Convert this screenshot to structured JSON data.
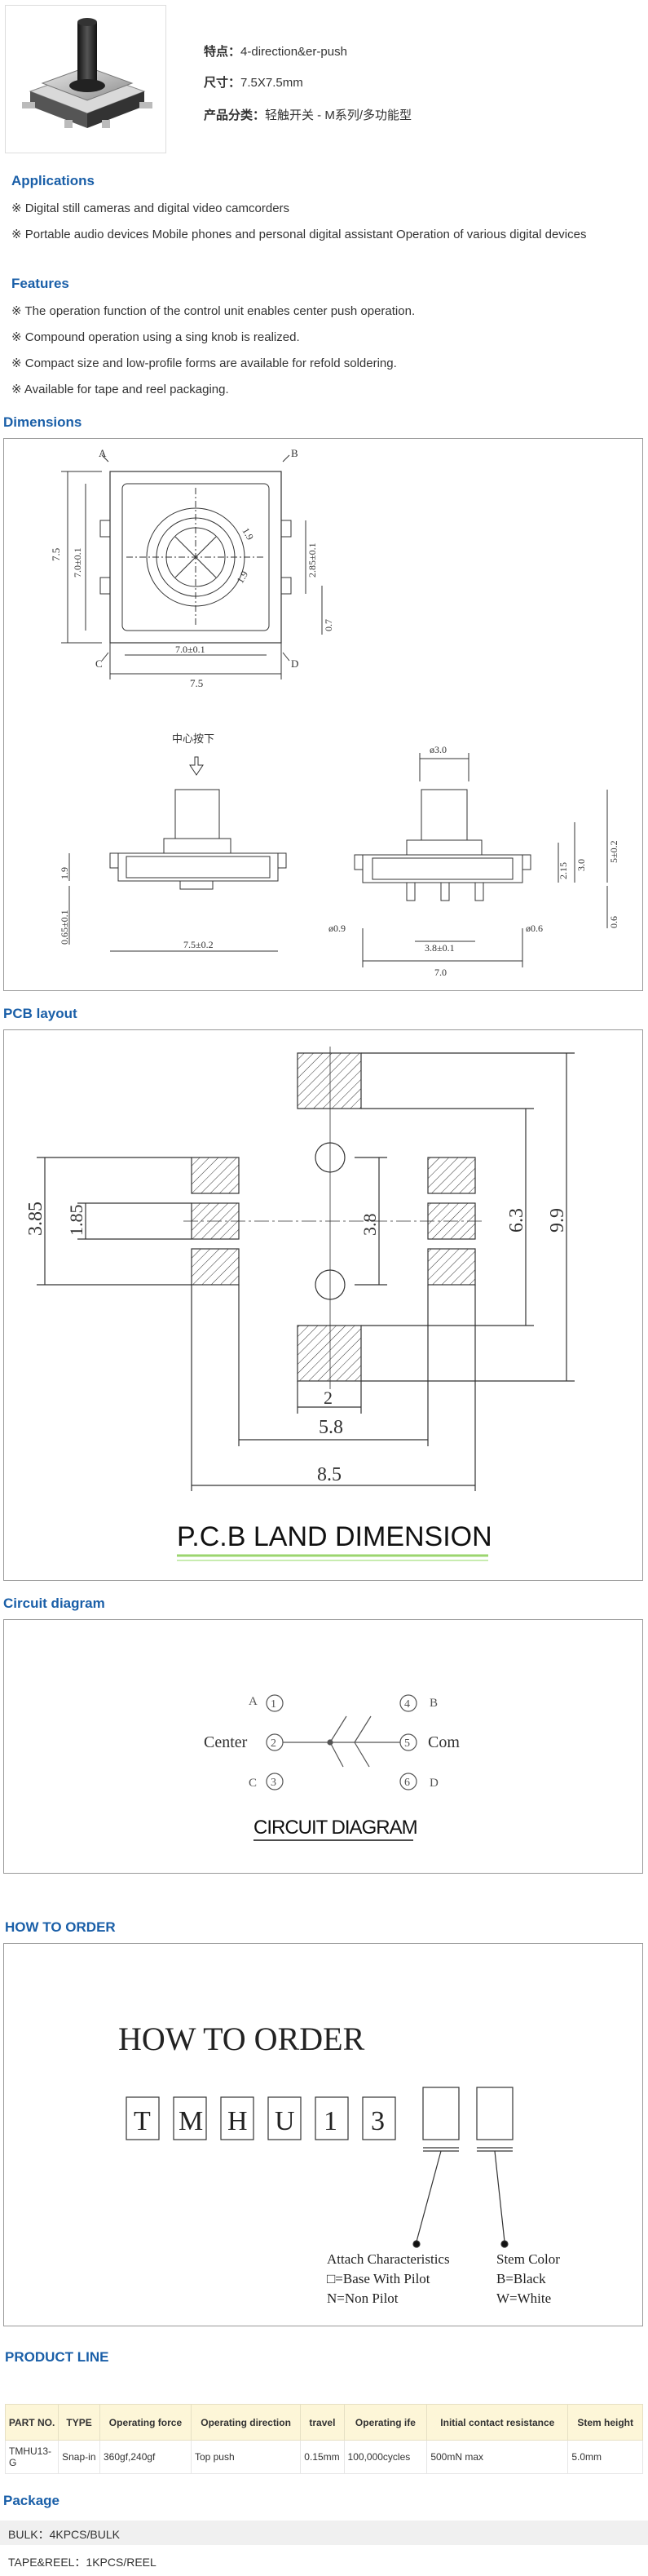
{
  "header": {
    "features_key": "特点：",
    "features_val": "4-direction&er-push",
    "size_key": "尺寸：",
    "size_val": "7.5X7.5mm",
    "category_key": "产品分类：",
    "category_val": "轻触开关 - M系列/多功能型"
  },
  "applications": {
    "title": "Applications",
    "items": [
      "※ Digital still cameras and digital video camcorders",
      "※ Portable audio devices Mobile phones and personal digital assistant Operation of various digital devices"
    ]
  },
  "features": {
    "title": "Features",
    "items": [
      "※ The operation function of the control unit enables center push operation.",
      "※ Compound operation using a sing knob is realized.",
      "※ Compact size and low-profile forms are available for refold soldering.",
      "※ Available for tape and reel packaging."
    ]
  },
  "dimensions": {
    "title": "Dimensions",
    "labels": {
      "A": "A",
      "B": "B",
      "C": "C",
      "D": "D",
      "d75_top": "7.5",
      "d70_pm": "7.0±0.1",
      "d19": "1.9",
      "d285": "2.85±0.1",
      "d07": "0.7",
      "d70_bottom": "7.0±0.1",
      "d75_bottom": "7.5",
      "push_label": "中心按下",
      "d03": "ø3.0",
      "d19_side": "1.9",
      "d065": "0.65±0.1",
      "d75_front": "7.5±0.2",
      "d215": "2.15",
      "d30": "3.0",
      "d50": "5±0.2",
      "d06_side": "0.6",
      "d09": "ø0.9",
      "d06": "ø0.6",
      "d38": "3.8±0.1",
      "d70_side": "7.0"
    }
  },
  "pcb": {
    "title": "PCB layout",
    "labels": {
      "d385": "3.85",
      "d185": "1.85",
      "d38": "3.8",
      "d63": "6.3",
      "d99": "9.9",
      "d2": "2",
      "d58": "5.8",
      "d85": "8.5"
    },
    "caption": "P.C.B LAND DIMENSION"
  },
  "circuit": {
    "title": "Circuit diagram",
    "labels": {
      "center": "Center",
      "com": "Com",
      "n1": "1",
      "n2": "2",
      "n3": "3",
      "n4": "4",
      "n5": "5",
      "n6": "6",
      "A": "A",
      "B": "B",
      "C": "C",
      "D": "D"
    },
    "caption": "CIRCUIT DIAGRAM"
  },
  "order": {
    "title": "HOW TO ORDER",
    "heading": "HOW TO ORDER",
    "boxes": [
      "T",
      "M",
      "H",
      "U",
      "1",
      "3"
    ],
    "attach_title": "Attach Characteristics",
    "attach_b": "□=Base With Pilot",
    "attach_n": "N=Non Pilot",
    "stem_title": "Stem Color",
    "stem_b": "B=Black",
    "stem_w": "W=White"
  },
  "product_line": {
    "title": "PRODUCT LINE",
    "headers": [
      "PART NO.",
      "TYPE",
      "Operating force",
      "Operating direction",
      "travel",
      "Operating ife",
      "Initial contact resistance",
      "Stem height"
    ],
    "rows": [
      [
        "TMHU13-G",
        "Snap-in",
        "360gf,240gf",
        "Top push",
        "0.15mm",
        "100,000cycles",
        "500mN max",
        "5.0mm"
      ]
    ]
  },
  "package": {
    "title": "Package",
    "bulk": "BULK：4KPCS/BULK",
    "reel": "TAPE&REEL：1KPCS/REEL"
  },
  "colors": {
    "heading_blue": "#1a5fa8",
    "table_header": "#fdf6d8",
    "frame_border": "#999999",
    "caption_underline": "#9bd56e"
  }
}
